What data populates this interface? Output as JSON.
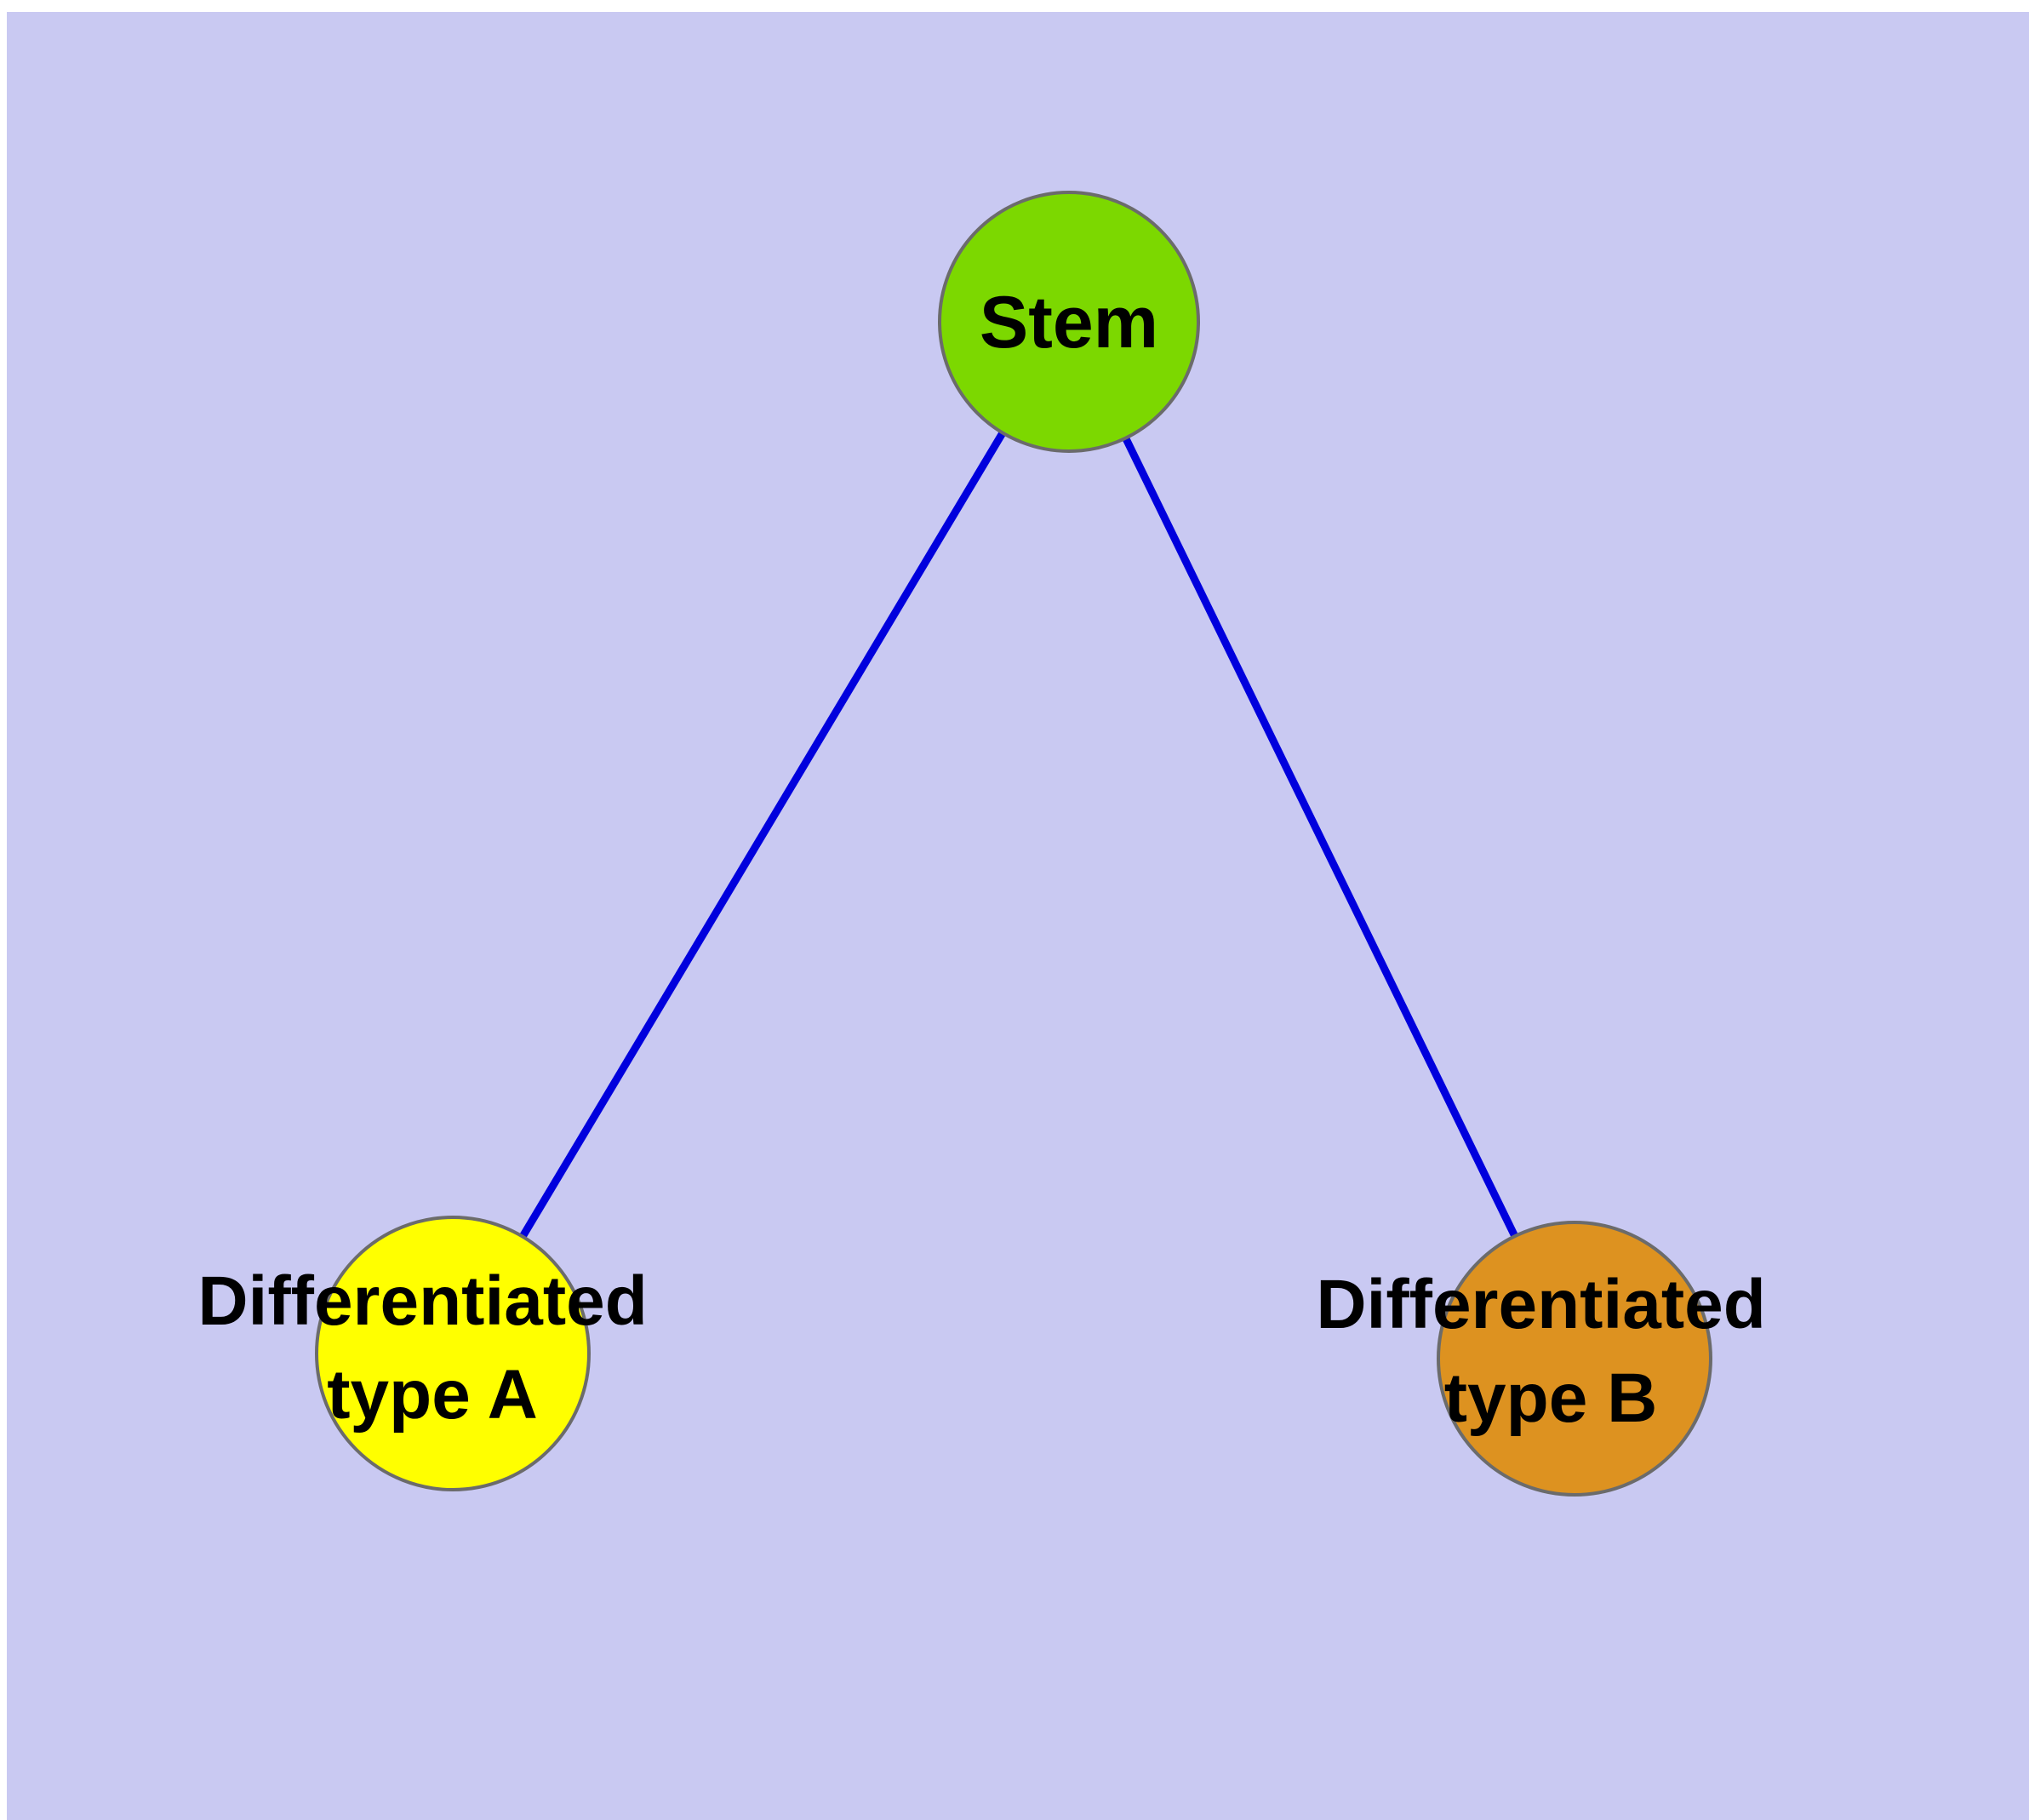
{
  "diagram": {
    "background_color": "#c9c9f2",
    "edge_color": "#0000dd",
    "node_border_color": "#6b6b6b",
    "nodes": {
      "stem": {
        "label": "Stem",
        "color": "#7cd800"
      },
      "type_a": {
        "label_line1": "Differentiated",
        "label_line2": "type A",
        "color": "#ffff00"
      },
      "type_b": {
        "label_line1": "Differentiated",
        "label_line2": "type B",
        "color": "#dd9220"
      }
    },
    "edges": [
      {
        "from": "stem",
        "to": "type_a"
      },
      {
        "from": "stem",
        "to": "type_b"
      }
    ]
  }
}
